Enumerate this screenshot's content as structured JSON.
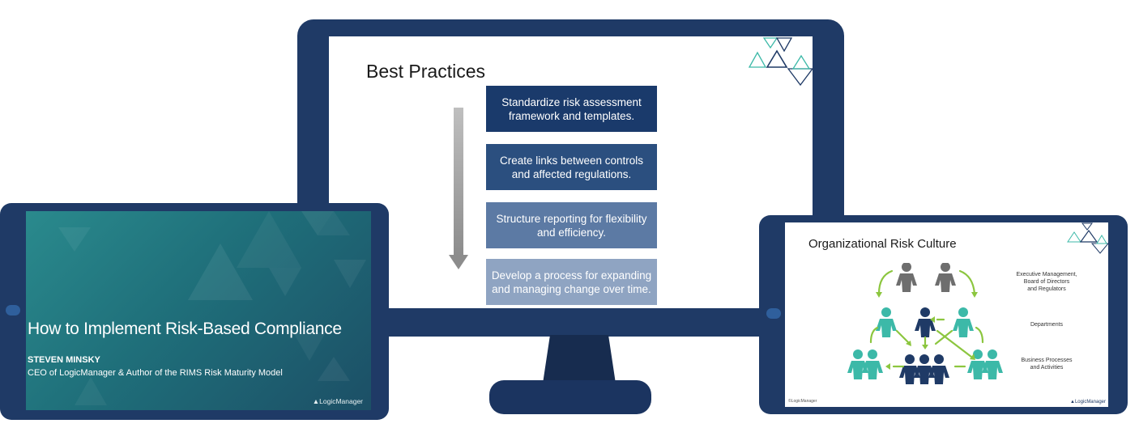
{
  "colors": {
    "device_frame": "#1f3a66",
    "box_1": "#1a3a6b",
    "box_2": "#2b4f7f",
    "box_3": "#5c7aa4",
    "box_4": "#8fa4c2",
    "teal": "#3cb9a8",
    "navy": "#1f3a66",
    "gray_person": "#6e6e6e",
    "green_arrow": "#8cc63f"
  },
  "monitor": {
    "slide_title": "Best Practices",
    "steps": [
      {
        "text": "Standardize risk assessment framework and templates."
      },
      {
        "text": "Create links between controls and affected regulations."
      },
      {
        "text": "Structure reporting for flexibility and efficiency."
      },
      {
        "text": "Develop a process for expanding and managing change over time."
      }
    ]
  },
  "left_tablet": {
    "title": "How to Implement Risk-Based Compliance",
    "presenter_name": "STEVEN MINSKY",
    "presenter_role": "CEO of LogicManager & Author of the RIMS Risk Maturity Model",
    "brand": "▲LogicManager"
  },
  "right_tablet": {
    "title": "Organizational Risk Culture",
    "labels": {
      "top": "Executive Management,\nBoard of Directors\nand Regulators",
      "middle": "Departments",
      "bottom": "Business Processes\nand Activities"
    },
    "footer_left": "©LogicManager",
    "footer_right": "▲LogicManager"
  }
}
